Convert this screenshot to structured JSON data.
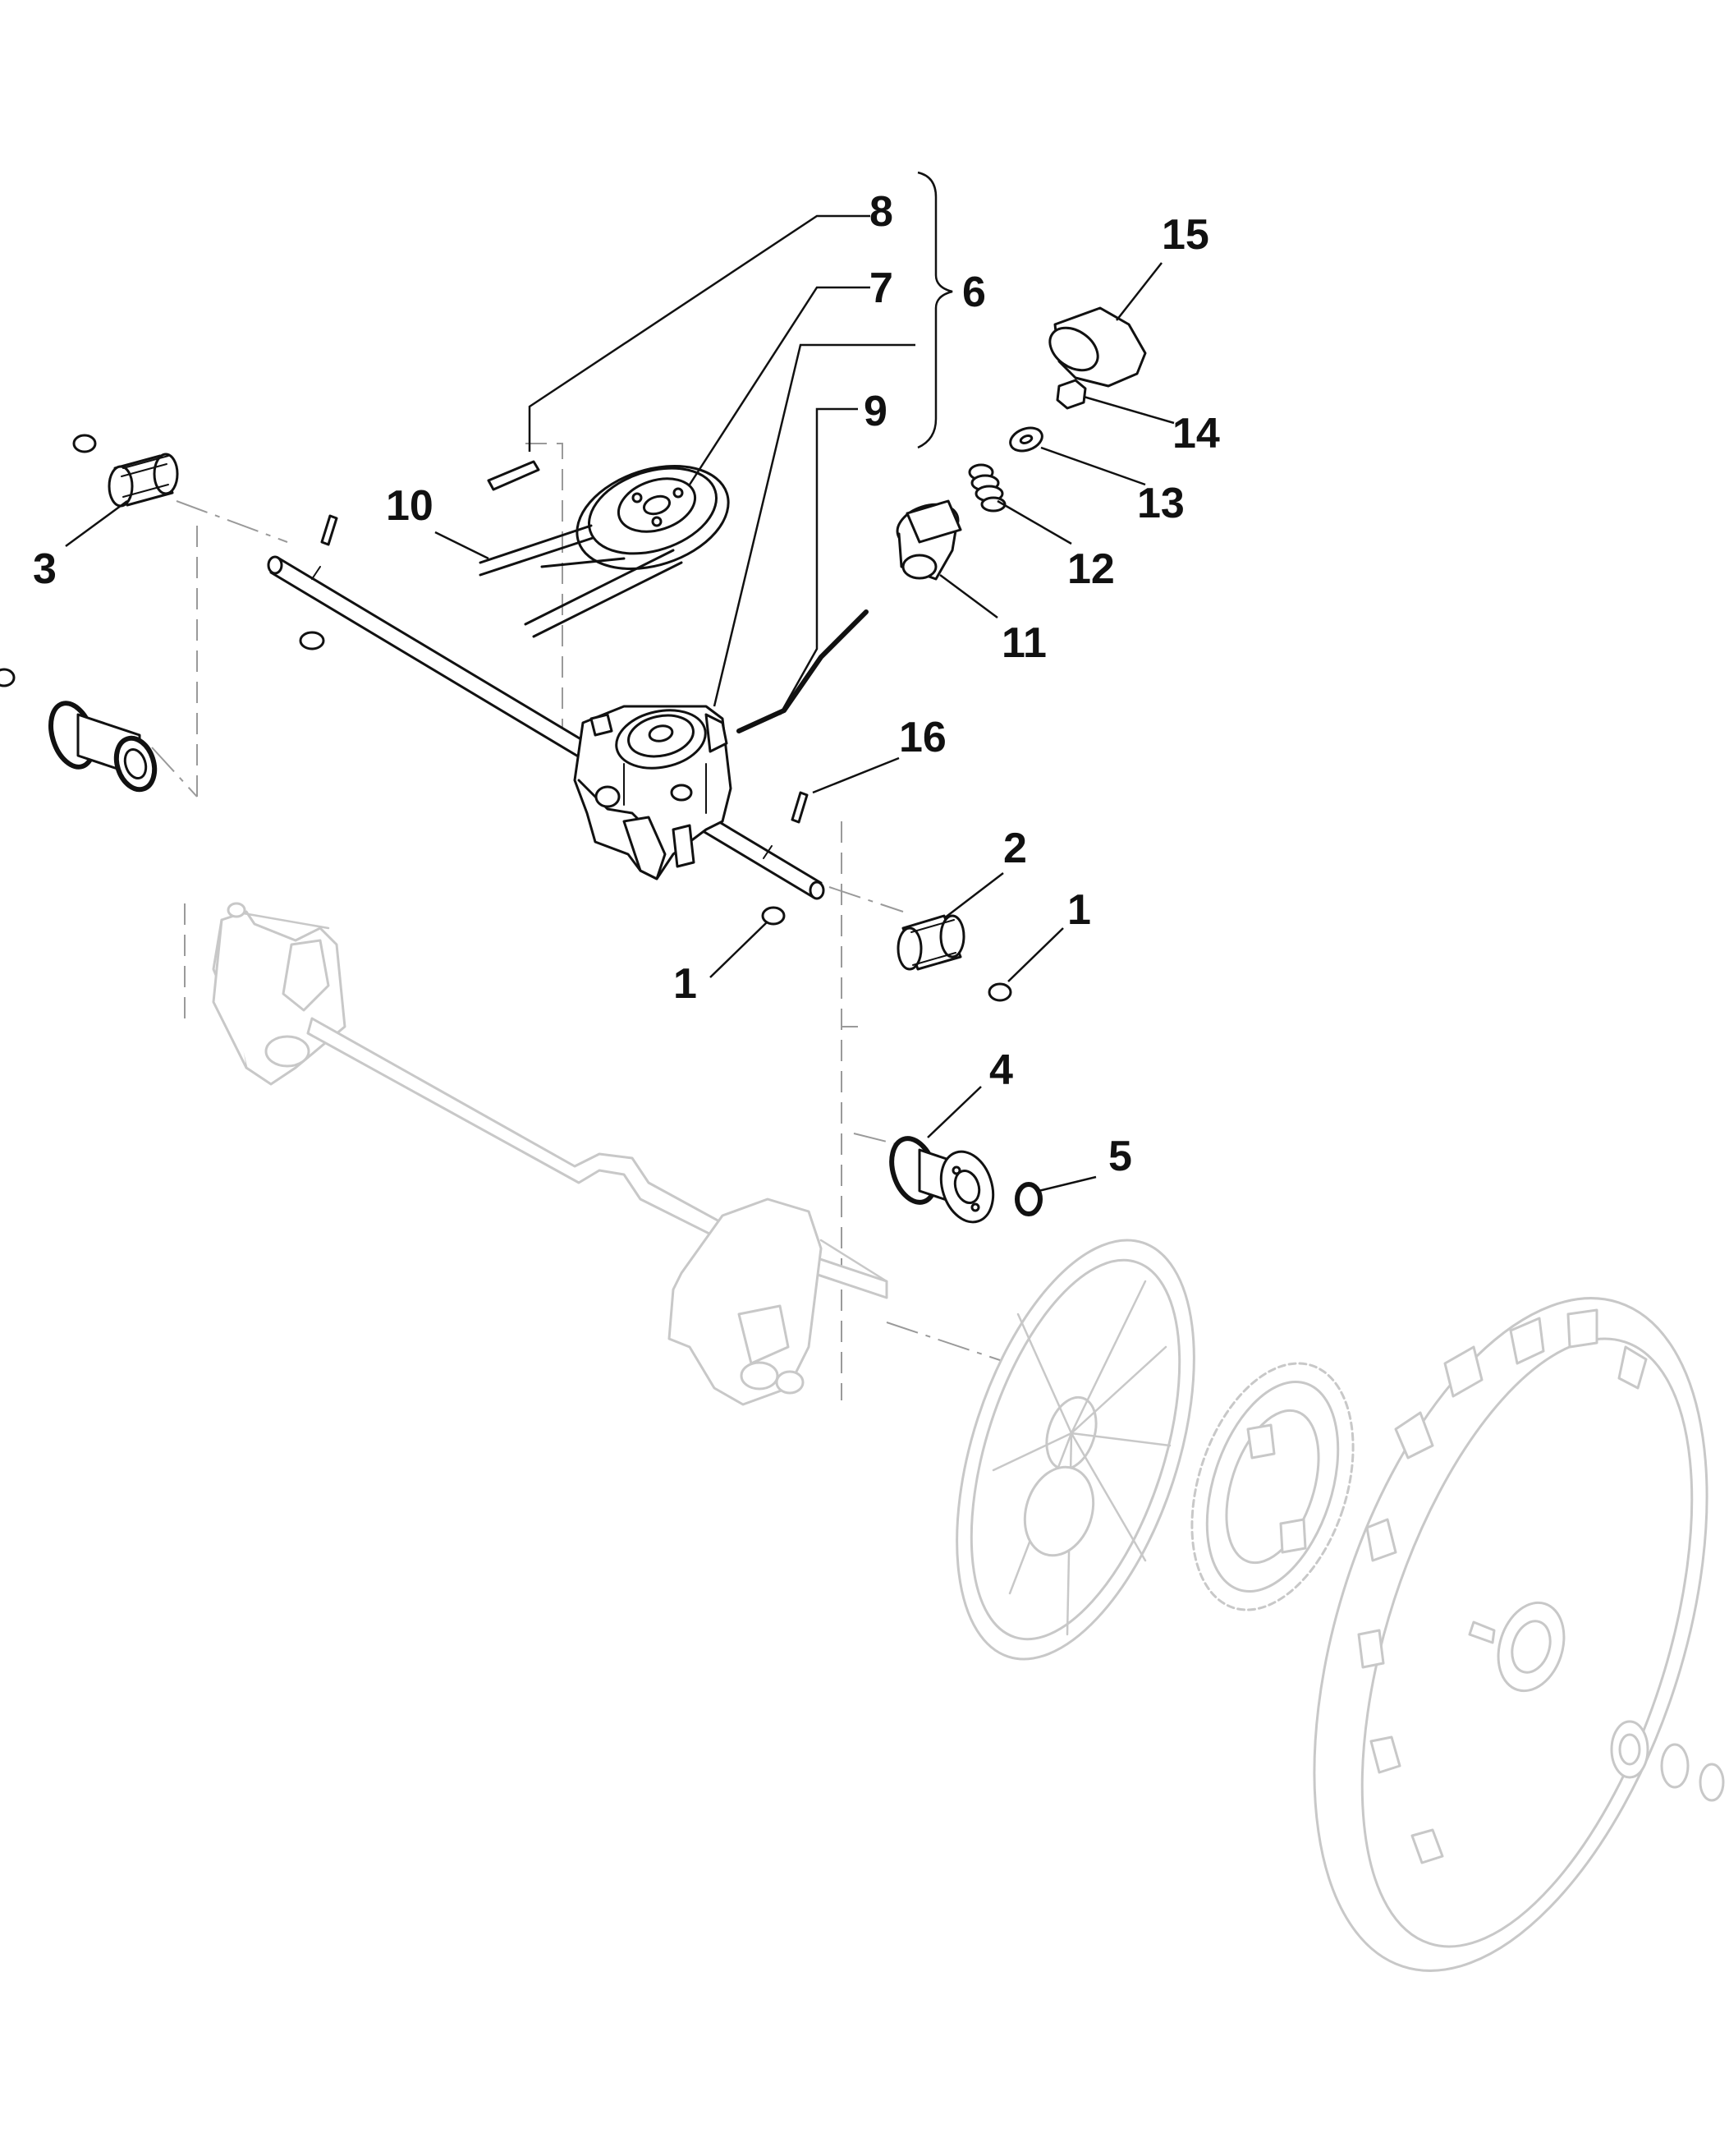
{
  "diagram": {
    "callouts": [
      {
        "id": "c8",
        "label": "8"
      },
      {
        "id": "c7",
        "label": "7"
      },
      {
        "id": "c6",
        "label": "6"
      },
      {
        "id": "c15",
        "label": "15"
      },
      {
        "id": "c9",
        "label": "9"
      },
      {
        "id": "c14",
        "label": "14"
      },
      {
        "id": "c13",
        "label": "13"
      },
      {
        "id": "c10",
        "label": "10"
      },
      {
        "id": "c12",
        "label": "12"
      },
      {
        "id": "c3",
        "label": "3"
      },
      {
        "id": "c11",
        "label": "11"
      },
      {
        "id": "c16",
        "label": "16"
      },
      {
        "id": "c2",
        "label": "2"
      },
      {
        "id": "c1a",
        "label": "1"
      },
      {
        "id": "c1b",
        "label": "1"
      },
      {
        "id": "c4",
        "label": "4"
      },
      {
        "id": "c5",
        "label": "5"
      }
    ]
  }
}
